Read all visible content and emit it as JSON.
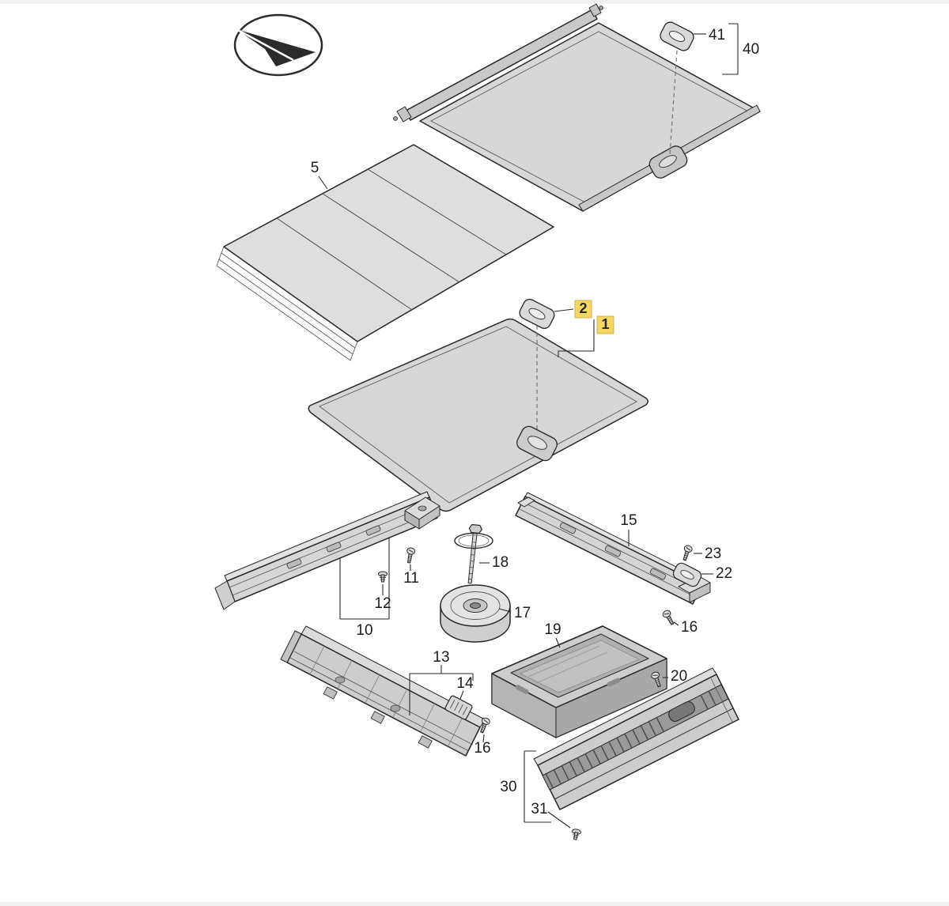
{
  "diagram": {
    "kind": "exploded-parts-diagram",
    "colors": {
      "background": "#ffffff",
      "line": "#262626",
      "part_fill": "#d8d8d8",
      "highlight": "#f6d664"
    },
    "logo": {
      "icon": "arrow-ellipse-logo"
    },
    "callouts": {
      "part1": {
        "label": "1",
        "highlighted": true
      },
      "part2": {
        "label": "2",
        "highlighted": true
      },
      "part5": {
        "label": "5"
      },
      "part10": {
        "label": "10"
      },
      "part11": {
        "label": "11"
      },
      "part12": {
        "label": "12"
      },
      "part13": {
        "label": "13"
      },
      "part14": {
        "label": "14"
      },
      "part15": {
        "label": "15"
      },
      "part16a": {
        "label": "16"
      },
      "part16b": {
        "label": "16"
      },
      "part17": {
        "label": "17"
      },
      "part18": {
        "label": "18"
      },
      "part19": {
        "label": "19"
      },
      "part20": {
        "label": "20"
      },
      "part22": {
        "label": "22"
      },
      "part23": {
        "label": "23"
      },
      "part30": {
        "label": "30"
      },
      "part31": {
        "label": "31"
      },
      "part40": {
        "label": "40"
      },
      "part41": {
        "label": "41"
      }
    }
  }
}
